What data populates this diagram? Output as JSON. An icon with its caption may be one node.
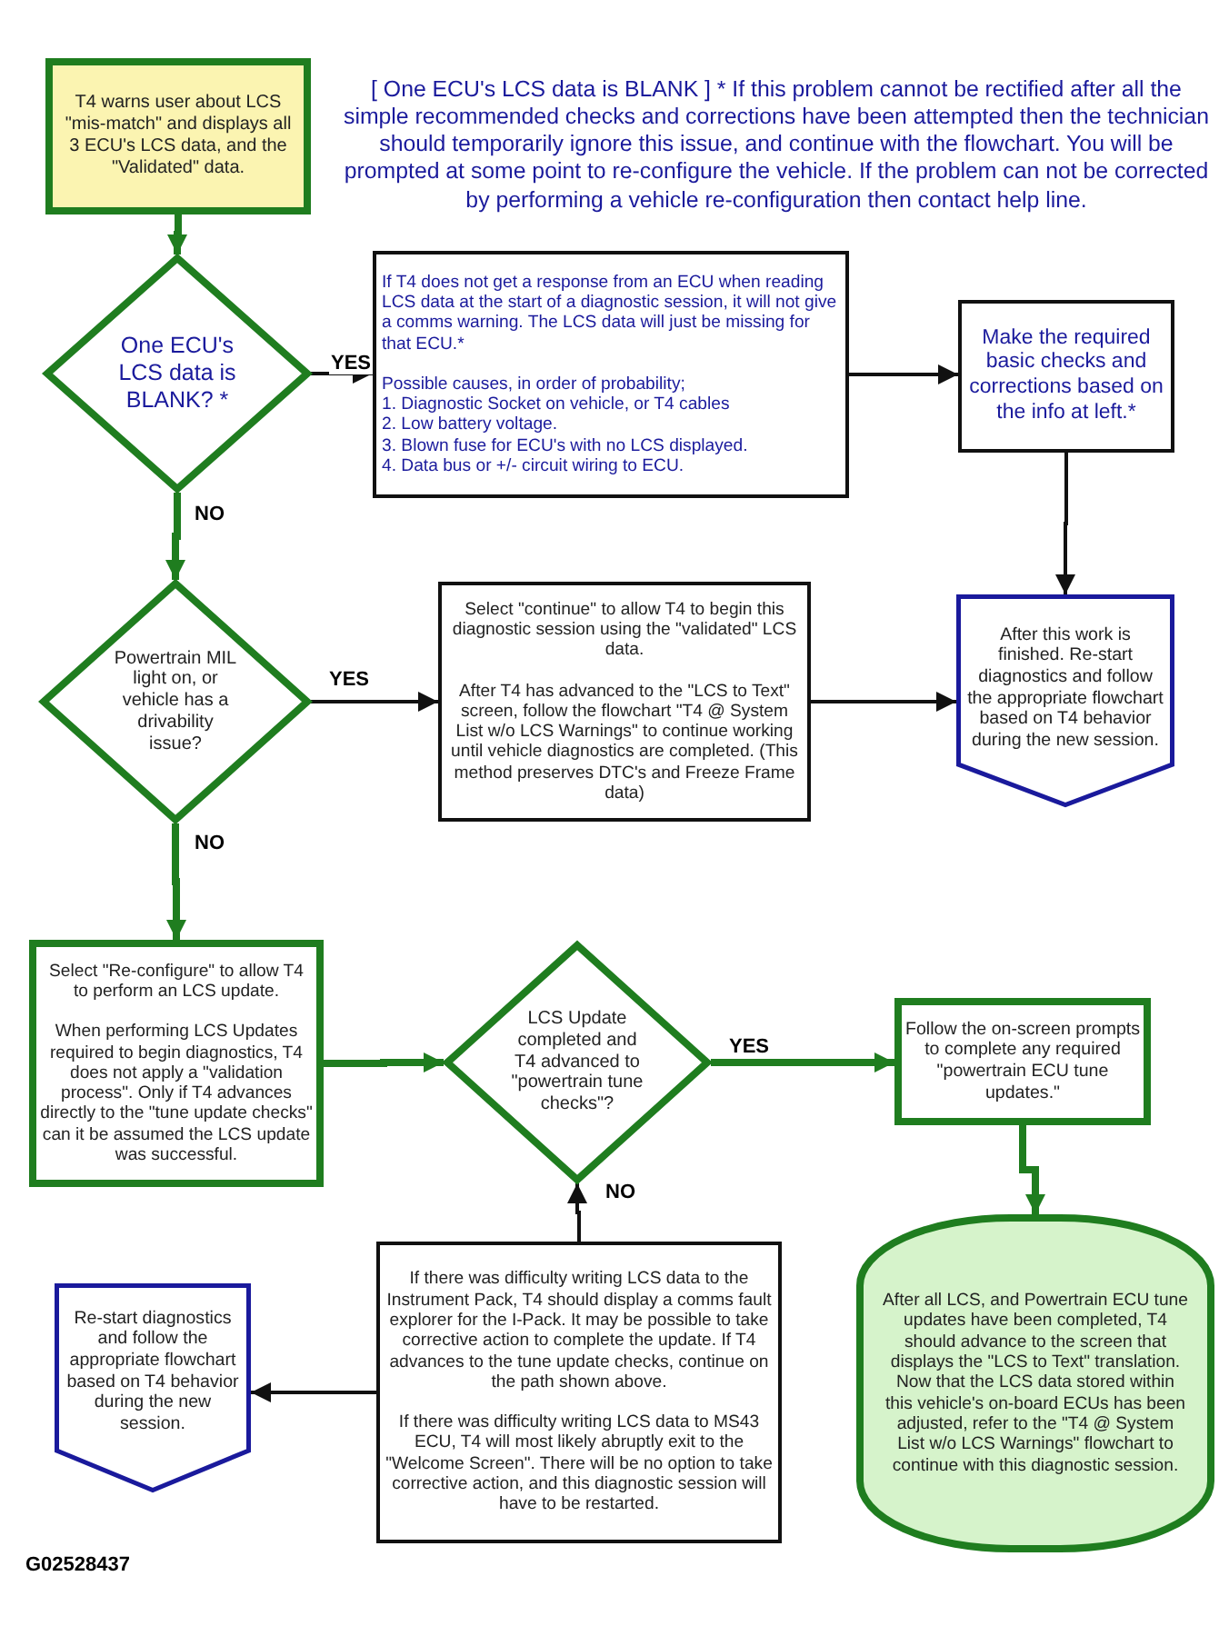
{
  "diagram": {
    "nodes": [
      {
        "text": [
          "T4 warns user about LCS \"mis-match\" and displays all 3 ECU's LCS data, and the \"Validated\" data."
        ]
      },
      {
        "text": [
          "One ECU's LCS data is BLANK? *"
        ]
      },
      {
        "text": [
          "If T4 does not get a response from an ECU when reading LCS data at the start of a diagnostic session, it will not give a comms warning. The LCS data will just be missing for that ECU.*",
          "Possible causes, in order of probability;",
          "1. Diagnostic Socket on vehicle, or T4 cables",
          "2. Low battery voltage.",
          "3. Blown fuse for ECU's with no LCS displayed.",
          "4. Data bus or +/- circuit wiring to ECU."
        ]
      },
      {
        "text": [
          "Make the required basic checks and corrections based on the info at left.*"
        ]
      },
      {
        "text": [
          "After this work is finished. Re-start diagnostics and follow the appropriate flowchart based on T4 behavior during the new session."
        ]
      },
      {
        "text": [
          "Powertrain MIL light on, or vehicle has a drivability issue?"
        ]
      },
      {
        "text": [
          "Select \"continue\" to allow T4 to begin this diagnostic session using the \"validated\" LCS data.",
          "After T4 has advanced to the \"LCS to Text\" screen, follow the flowchart \"T4 @ System List w/o LCS Warnings\" to continue working until vehicle diagnostics are completed. (This method preserves DTC's and Freeze Frame data)"
        ]
      },
      {
        "text": [
          "Select \"Re-configure\" to allow T4 to perform an LCS update.",
          "When performing LCS Updates required to begin diagnostics, T4 does not apply a \"validation process\". Only if T4 advances directly to the \"tune update checks\" can it be assumed the LCS update was successful."
        ]
      },
      {
        "text": [
          "LCS Update completed and T4 advanced to \"powertrain tune checks\"?"
        ]
      },
      {
        "text": [
          "Follow the on-screen prompts to complete any required \"powertrain ECU tune updates.\""
        ]
      },
      {
        "text": [
          "After all LCS, and Powertrain ECU tune updates have been completed, T4 should advance to the screen that displays the \"LCS to Text\" translation. Now that the LCS data stored within this vehicle's on-board ECUs has been adjusted, refer to the \"T4 @ System List w/o LCS Warnings\" flowchart to continue with this diagnostic session."
        ]
      },
      {
        "text": [
          "If there was difficulty writing LCS data to the Instrument Pack, T4 should display a comms fault explorer for the I-Pack. It may be possible to take corrective action to complete the update. If T4 advances to the tune update checks, continue on the path shown above.",
          "If there was difficulty writing LCS data to MS43 ECU, T4 will most likely abruptly exit to the \"Welcome Screen\". There will be no option to take corrective action, and this diagnostic session will have to be restarted."
        ]
      },
      {
        "text": [
          "Re-start diagnostics and follow the appropriate flowchart based on T4 behavior during the new session."
        ]
      }
    ],
    "edges": [
      {
        "from": 0,
        "to": 1,
        "arrow": "to",
        "style": "thick",
        "color": "#1f7d1f"
      },
      {
        "from": 1,
        "to": 2,
        "arrow": "to",
        "label": "YES"
      },
      {
        "from": 2,
        "to": 3,
        "arrow": "to"
      },
      {
        "from": 3,
        "to": 4,
        "arrow": "to"
      },
      {
        "from": 1,
        "to": 5,
        "arrow": "to",
        "label": "NO",
        "style": "thick",
        "color": "#1f7d1f"
      },
      {
        "from": 5,
        "to": 6,
        "arrow": "to",
        "label": "YES"
      },
      {
        "from": 6,
        "to": 4,
        "arrow": "to"
      },
      {
        "from": 5,
        "to": 7,
        "arrow": "to",
        "label": "NO",
        "style": "thick",
        "color": "#1f7d1f"
      },
      {
        "from": 7,
        "to": 8,
        "arrow": "to",
        "style": "thick",
        "color": "#1f7d1f"
      },
      {
        "from": 8,
        "to": 9,
        "arrow": "to",
        "label": "YES",
        "style": "thick",
        "color": "#1f7d1f"
      },
      {
        "from": 9,
        "to": 10,
        "arrow": "to",
        "style": "thick",
        "color": "#1f7d1f"
      },
      {
        "from": 11,
        "to": 8,
        "arrow": "to",
        "label": "NO"
      },
      {
        "from": 11,
        "to": 12,
        "arrow": "to"
      }
    ],
    "labels": [
      "[ One ECU's LCS data is BLANK ] * If this problem cannot be rectified after all the simple recommended checks and corrections have been attempted then the technician should temporarily ignore this issue, and continue with the flowchart. You will be prompted at some point to re-configure the vehicle. If the problem can not be corrected by performing a vehicle re-configuration then contact help line.",
      "G02528437"
    ]
  }
}
